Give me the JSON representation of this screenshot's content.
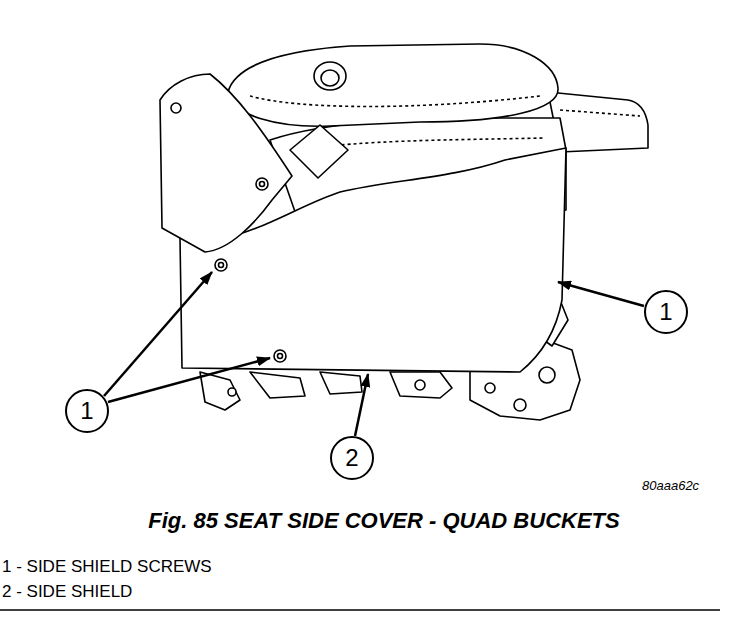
{
  "diagram": {
    "caption": "Fig. 85 SEAT SIDE COVER - QUAD BUCKETS",
    "nodes": [
      {
        "text": [
          "1"
        ]
      },
      {
        "text": [
          "1"
        ]
      },
      {
        "text": [
          "2"
        ]
      }
    ],
    "labels": [
      "80aaa62c",
      "1 - SIDE SHIELD SCREWS",
      "2 - SIDE SHIELD"
    ]
  }
}
